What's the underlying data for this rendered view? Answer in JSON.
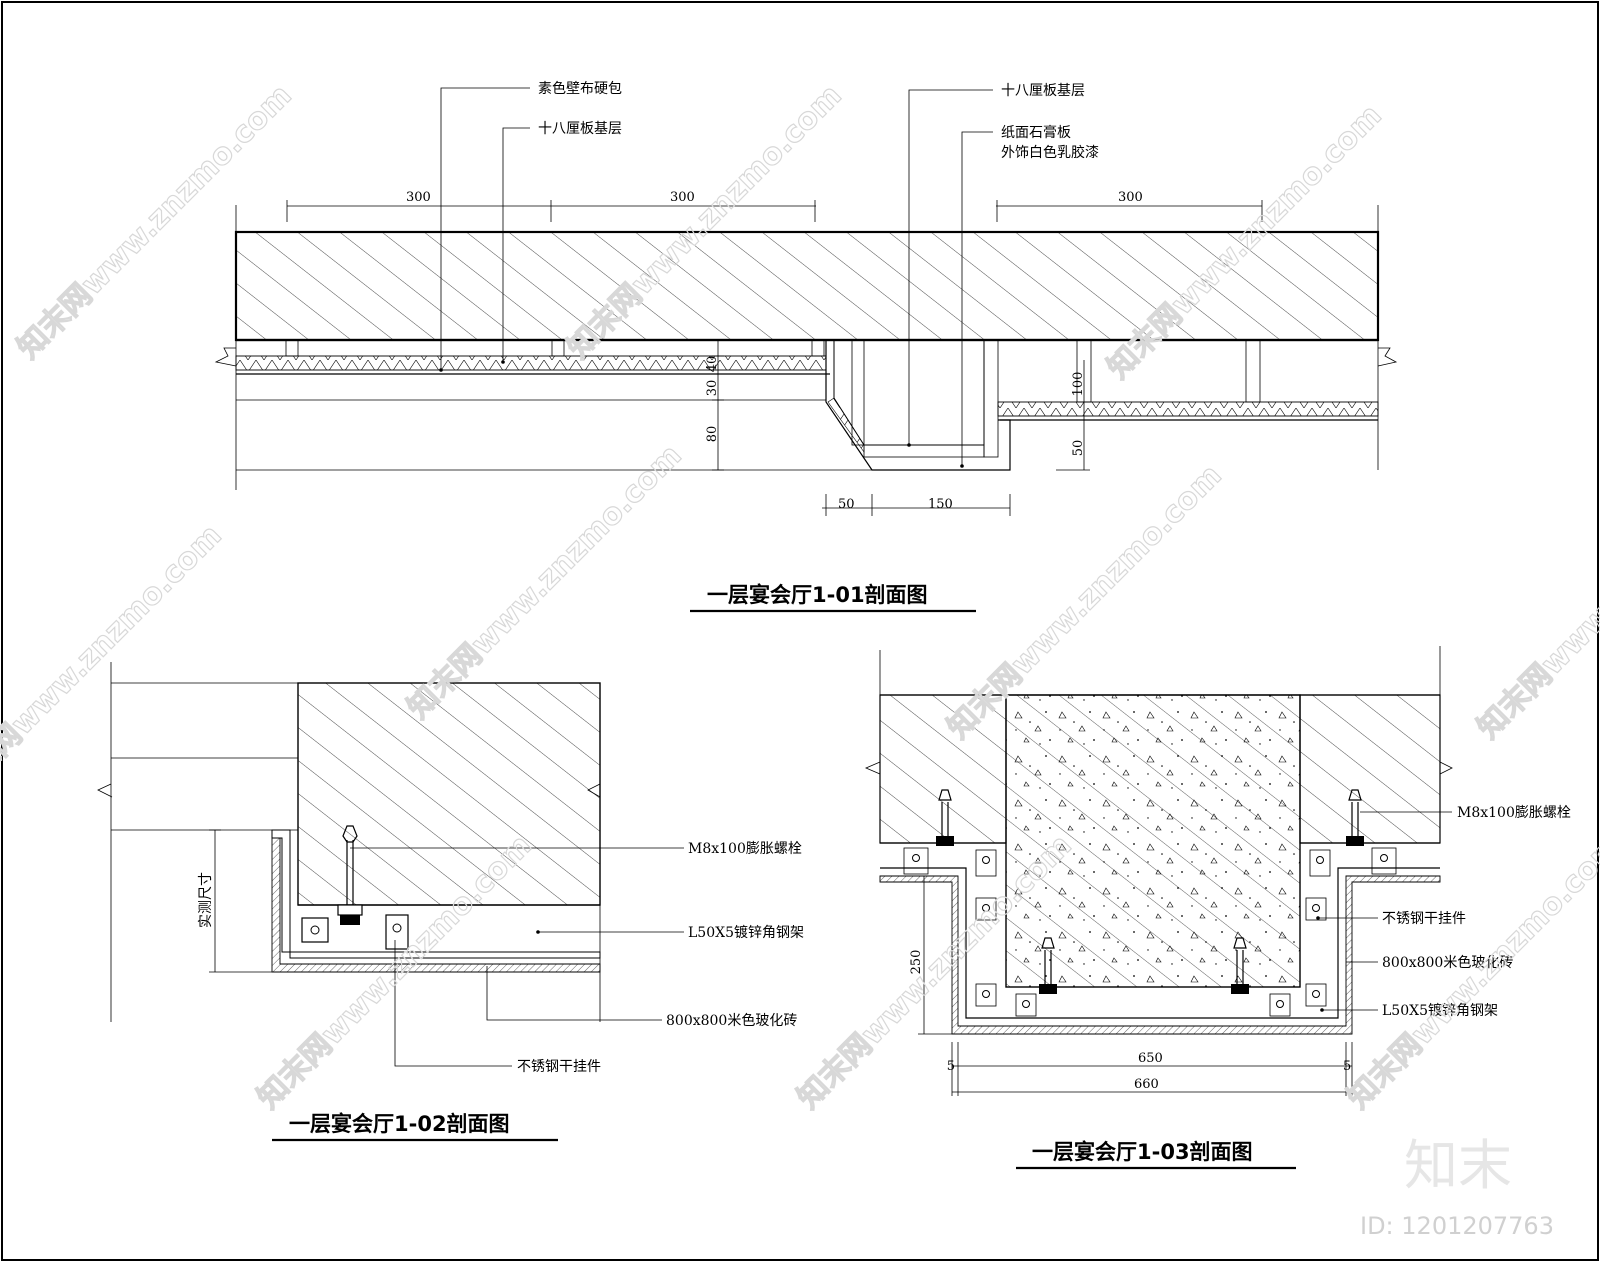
{
  "watermark": {
    "text": "知末网www.znzmo.com",
    "brand": "知末",
    "id": "ID: 1201207763"
  },
  "section_101": {
    "title": "一层宴会厅1-01剖面图",
    "labels": {
      "wall_fabric": "素色壁布硬包",
      "plywood_left": "十八厘板基层",
      "plywood_right": "十八厘板基层",
      "gypsum_1": "纸面石膏板",
      "gypsum_2": "外饰白色乳胶漆"
    },
    "dims": {
      "top_a": "300",
      "top_b": "300",
      "top_c": "300",
      "v_40": "40",
      "v_30": "30",
      "v_80": "80",
      "v_100": "100",
      "v_50": "50",
      "h_50": "50",
      "h_150": "150"
    }
  },
  "section_102": {
    "title": "一层宴会厅1-02剖面图",
    "labels": {
      "bolt": "M8x100膨胀螺栓",
      "frame": "L50X5镀锌角钢架",
      "tile": "800x800米色玻化砖",
      "hanger": "不锈钢干挂件",
      "measured": "实测尺寸"
    }
  },
  "section_103": {
    "title": "一层宴会厅1-03剖面图",
    "labels": {
      "bolt": "M8x100膨胀螺栓",
      "hanger": "不锈钢干挂件",
      "tile": "800x800米色玻化砖",
      "frame": "L50X5镀锌角钢架"
    },
    "dims": {
      "v_250": "250",
      "w_650": "650",
      "w_660": "660",
      "e_left": "5",
      "e_right": "5"
    }
  }
}
